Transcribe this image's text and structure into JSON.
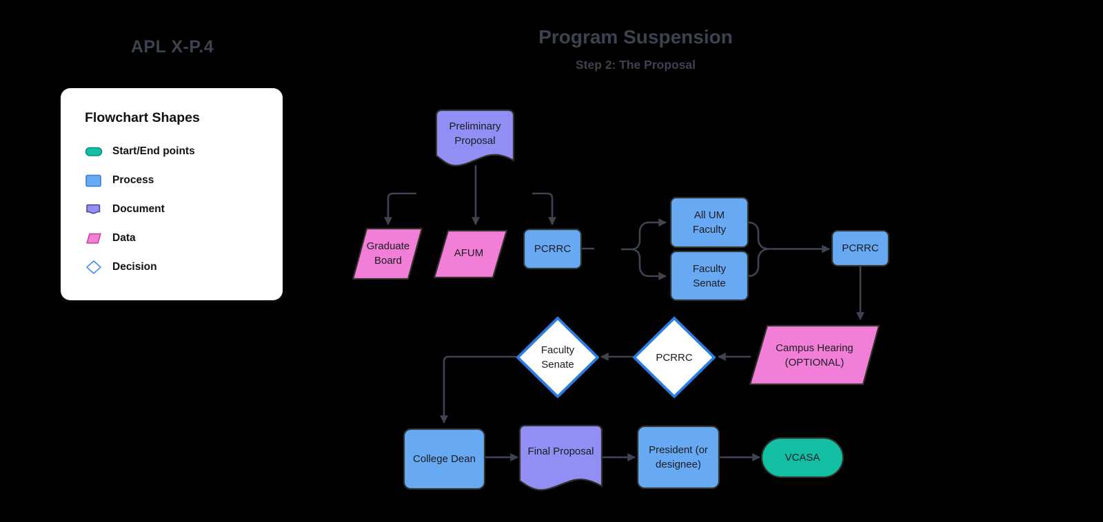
{
  "header": {
    "doc_code": "APL X-P.4",
    "title": "Program Suspension",
    "subtitle": "Step 2: The Proposal"
  },
  "legend": {
    "title": "Flowchart Shapes",
    "items": [
      {
        "shape": "terminator",
        "label": "Start/End points"
      },
      {
        "shape": "process",
        "label": "Process"
      },
      {
        "shape": "document",
        "label": "Document"
      },
      {
        "shape": "data",
        "label": "Data"
      },
      {
        "shape": "decision",
        "label": "Decision"
      }
    ]
  },
  "flowchart": {
    "nodes": {
      "preliminary_proposal": {
        "label": "Preliminary Proposal",
        "type": "document"
      },
      "graduate_board": {
        "label": "Graduate Board",
        "type": "data"
      },
      "afum": {
        "label": "AFUM",
        "type": "data"
      },
      "pcrrc_1": {
        "label": "PCRRC",
        "type": "process"
      },
      "all_um_faculty": {
        "label": "All UM Faculty",
        "type": "process"
      },
      "faculty_senate_review": {
        "label": "Faculty Senate",
        "type": "process"
      },
      "pcrrc_2": {
        "label": "PCRRC",
        "type": "process"
      },
      "campus_hearing": {
        "label": "Campus Hearing (OPTIONAL)",
        "type": "data"
      },
      "pcrrc_decision": {
        "label": "PCRRC",
        "type": "decision"
      },
      "faculty_senate_decision": {
        "label": "Faculty Senate",
        "type": "decision"
      },
      "college_dean": {
        "label": "College Dean",
        "type": "process"
      },
      "final_proposal": {
        "label": "Final Proposal",
        "type": "document"
      },
      "president": {
        "label": "President (or designee)",
        "type": "process"
      },
      "vcasa": {
        "label": "VCASA",
        "type": "terminator"
      }
    }
  },
  "colors": {
    "background": "#000000",
    "process": "#68a9f4",
    "document": "#918ff3",
    "data": "#f27fd7",
    "terminator": "#12bfa3",
    "decision_fill": "#ffffff",
    "decision_border": "#2a7de2",
    "shape_border": "#33312c",
    "connector": "#3e4453",
    "heading_text": "#3c434f"
  }
}
